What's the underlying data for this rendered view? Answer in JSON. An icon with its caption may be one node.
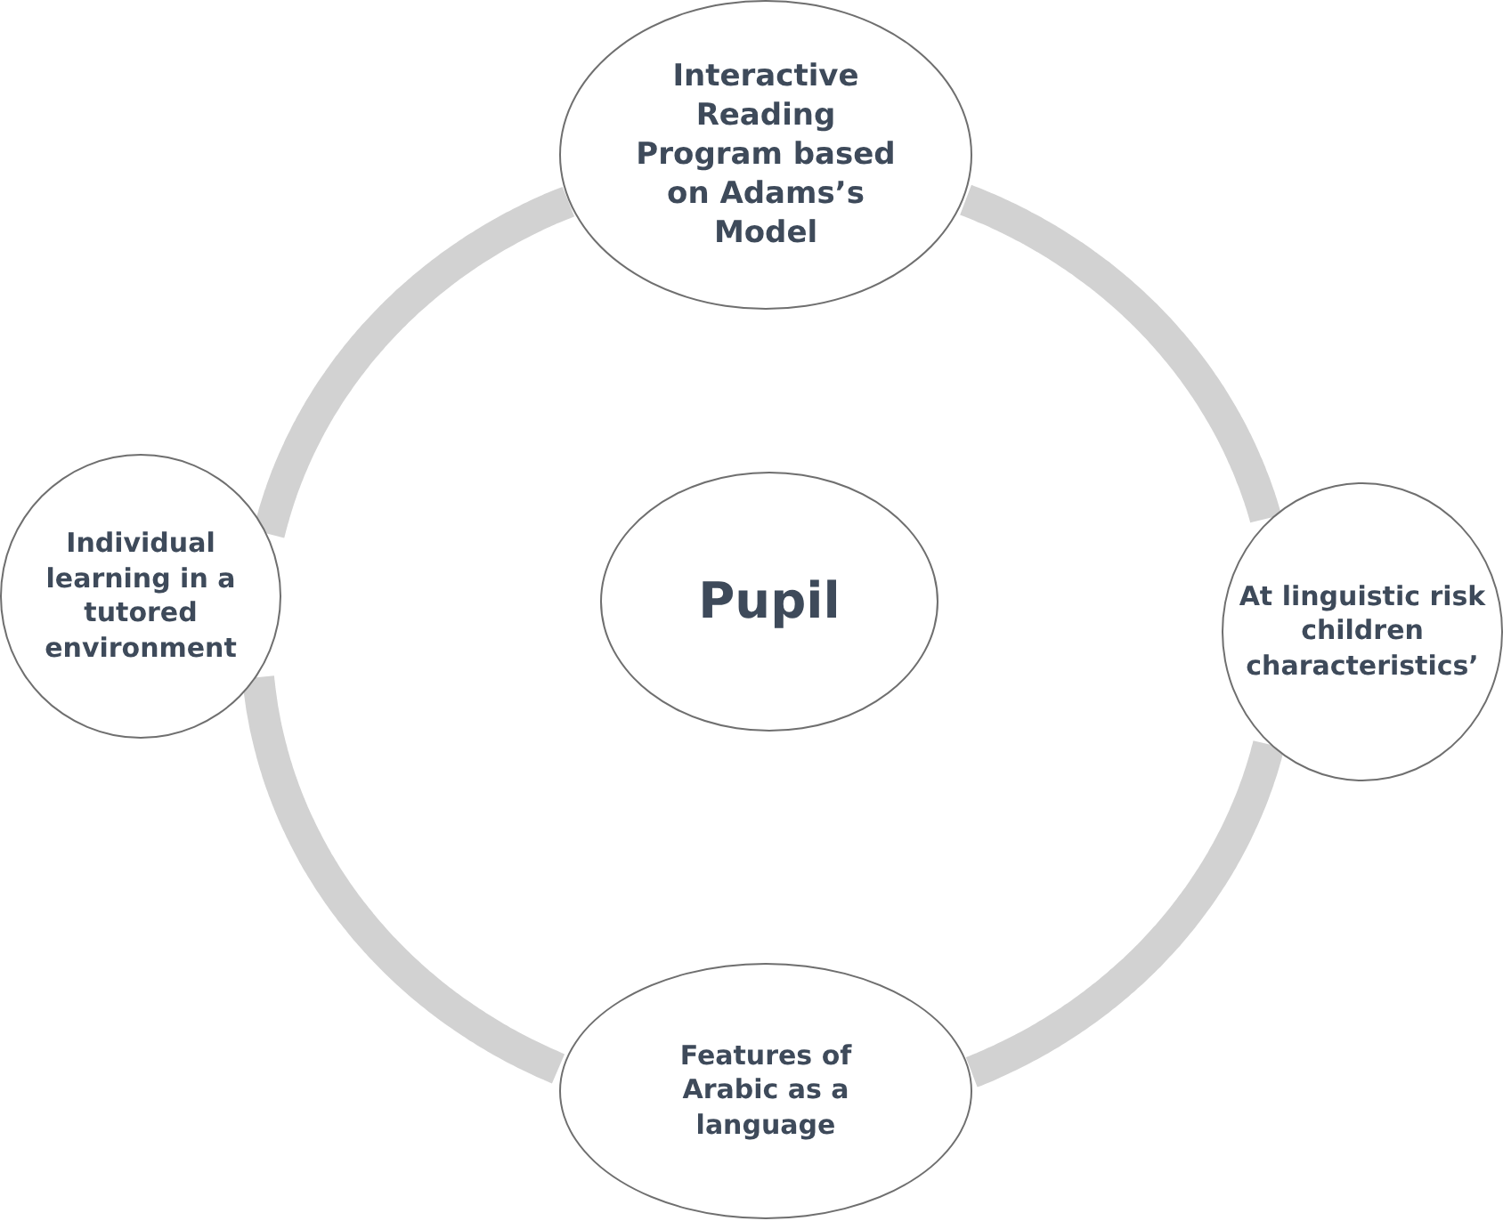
{
  "diagram": {
    "nodes": [
      {
        "text": [
          "Interactive Reading Program based on Adams’s Model"
        ]
      },
      {
        "text": [
          "Individual learning in a tutored environment"
        ]
      },
      {
        "text": [
          "Pupil"
        ]
      },
      {
        "text": [
          "At linguistic risk children characteristics’"
        ]
      },
      {
        "text": [
          "Features of Arabic as a language"
        ]
      }
    ],
    "edges": [
      {
        "from": 0,
        "to": 3,
        "arrow": "none"
      },
      {
        "from": 3,
        "to": 4,
        "arrow": "none"
      },
      {
        "from": 4,
        "to": 1,
        "arrow": "none"
      },
      {
        "from": 1,
        "to": 0,
        "arrow": "none"
      }
    ]
  }
}
